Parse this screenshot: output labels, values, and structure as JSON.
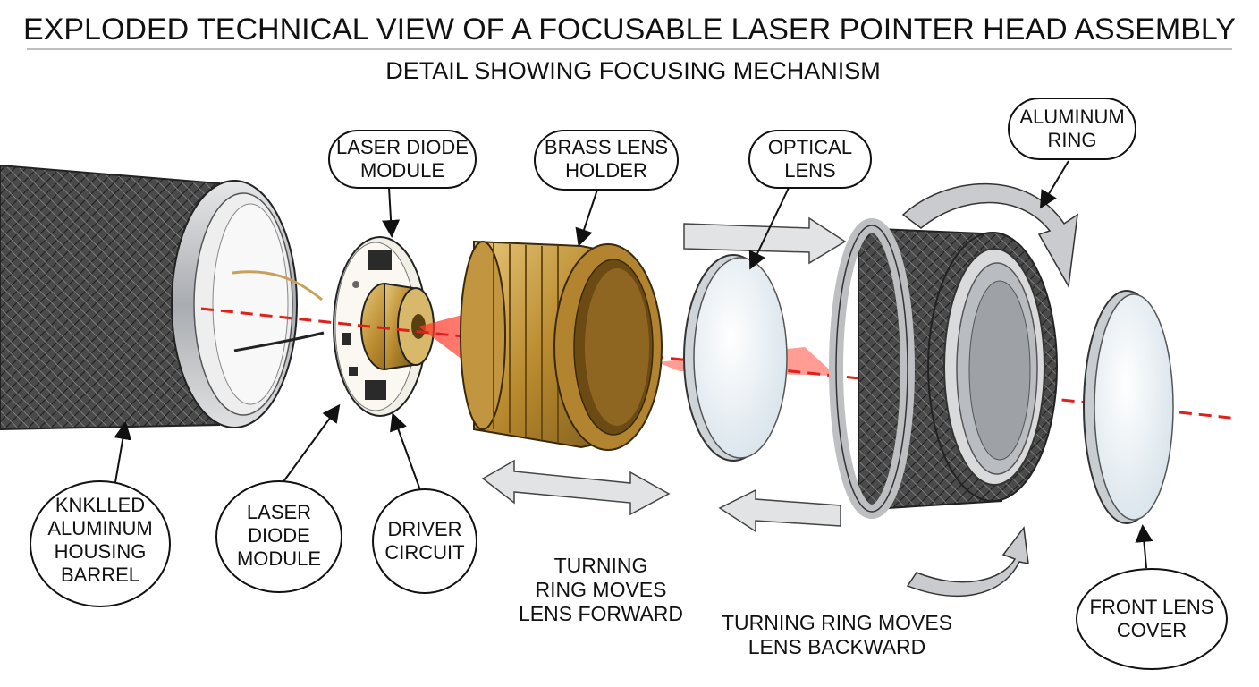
{
  "title": "EXPLODED TECHNICAL VIEW OF A FOCUSABLE LASER POINTER HEAD ASSEMBLY",
  "subtitle": "DETAIL SHOWING FOCUSING MECHANISM",
  "callouts": {
    "housing": [
      "KNKLLED",
      "ALUMINUM",
      "HOUSING",
      "BARREL"
    ],
    "diode_top": [
      "LASER DIODE",
      "MODULE"
    ],
    "diode_bottom": [
      "LASER",
      "DIODE",
      "MODULE"
    ],
    "driver": [
      "DRIVER",
      "CIRCUIT"
    ],
    "brass": [
      "BRASS LENS",
      "HOLDER"
    ],
    "optical": [
      "OPTICAL",
      "LENS"
    ],
    "ring": [
      "ALUMINUM",
      "RING"
    ],
    "front": [
      "FRONT LENS",
      "COVER"
    ]
  },
  "captions": {
    "forward": [
      "TURNING",
      "RING MOVES",
      "LENS FORWARD"
    ],
    "backward": [
      "TURNING RING MOVES",
      "LENS BACKWARD"
    ]
  },
  "colors": {
    "laser": "#e0201a",
    "brass": "#c9a045",
    "metal": "#b9bcc0",
    "knurl": "#3a3a3a",
    "pcb": "#f2efe6"
  }
}
